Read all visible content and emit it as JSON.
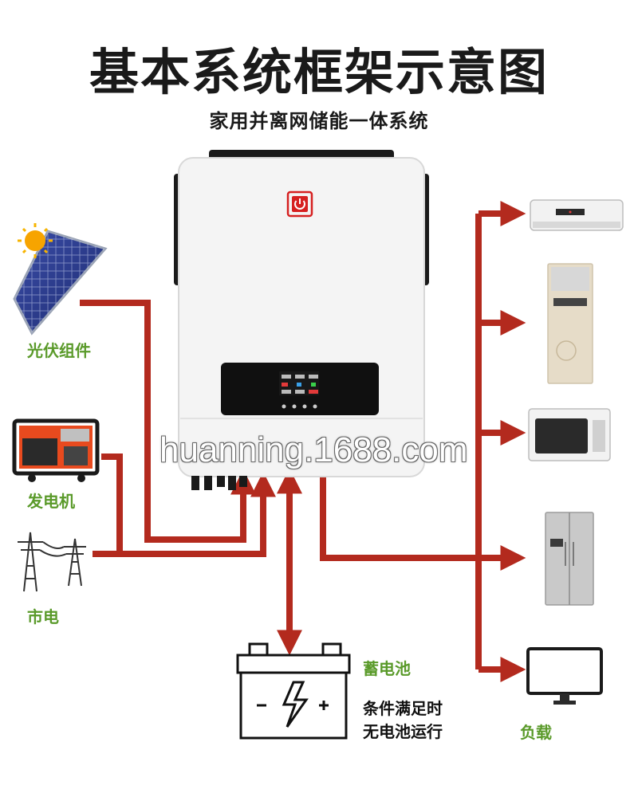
{
  "title": "基本系统框架示意图",
  "subtitle": "家用并离网储能一体系统",
  "labels": {
    "pv": "光伏组件",
    "generator": "发电机",
    "grid": "市电",
    "battery": "蓄电池",
    "battery_note_1": "条件满足时",
    "battery_note_2": "无电池运行",
    "load": "负载"
  },
  "watermark": "huanning.1688.com",
  "colors": {
    "arrow": "#b32a1e",
    "label_green": "#5a9a2a",
    "power_red": "#d62020"
  },
  "icons": [
    "solar-panel-icon",
    "sun-icon",
    "generator-icon",
    "power-tower-icon",
    "battery-icon",
    "air-conditioner-icon",
    "tower-ac-icon",
    "microwave-icon",
    "refrigerator-icon",
    "monitor-icon",
    "inverter-icon",
    "power-button-icon"
  ]
}
